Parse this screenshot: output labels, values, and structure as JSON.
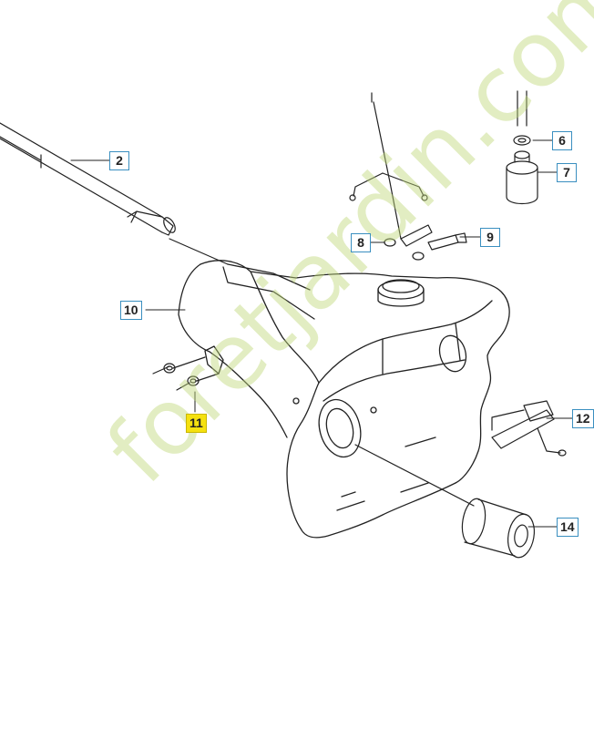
{
  "callouts": {
    "c2": "2",
    "c6": "6",
    "c7": "7",
    "c8": "8",
    "c9": "9",
    "c10": "10",
    "c11": "11",
    "c12": "12",
    "c14": "14"
  },
  "watermark": "foretjardin.com",
  "colors": {
    "callout_border": "#3a8fc0",
    "highlight": "#f5e10f",
    "watermark": "#bed778"
  }
}
